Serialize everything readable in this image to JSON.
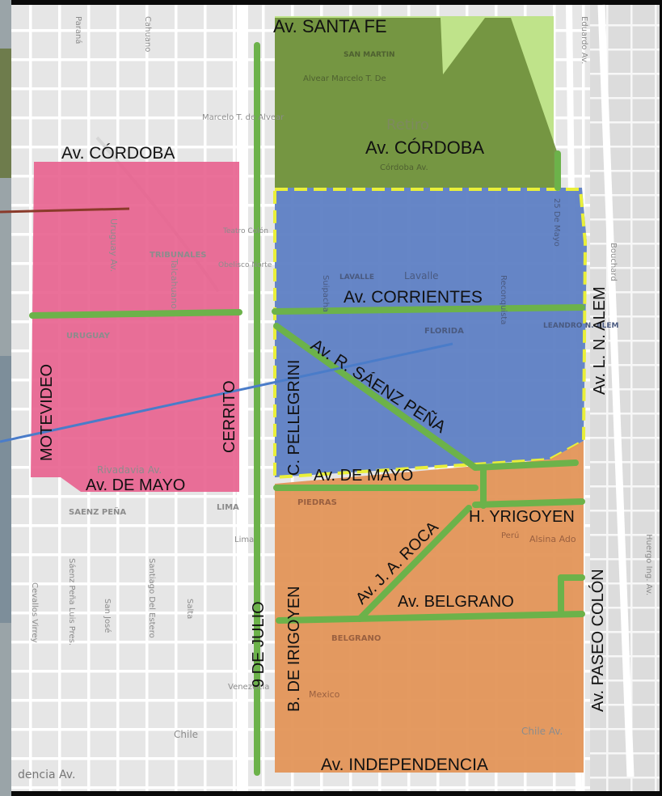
{
  "colors": {
    "frame": "#0a0a0a",
    "map_bg": "#e8e8e8",
    "street": "#ffffff",
    "avenue_green": "#6cb24a",
    "zone_pink": "#e8608e",
    "zone_olive": "#6f8f3c",
    "zone_lime": "#bfe38a",
    "zone_blue": "#5e7fc4",
    "zone_orange": "#e39558",
    "boundary_yellow": "#e9ef3a",
    "line_blue": "#4a7cc9",
    "line_brown": "#8a3a2a"
  },
  "zone_labels": {
    "santa_fe": "Av. SANTA FE",
    "cordoba_north": "Av. CÓRDOBA",
    "cordoba_west": "Av. CÓRDOBA",
    "corrientes": "Av. CORRIENTES",
    "saenz_pena": "Av. R. SÁENZ PEÑA",
    "mayo_east": "Av. DE MAYO",
    "mayo_west": "Av. DE MAYO",
    "yrigoyen": "H. YRIGOYEN",
    "roca": "Av. J. A. ROCA",
    "belgrano": "Av. BELGRANO",
    "independencia": "Av. INDEPENDENCIA",
    "motevideo": "MOTEVIDEO",
    "cerrito": "CERRITO",
    "pellegrini": "C. PELLEGRINI",
    "nueve_julio": "9 DE JULIO",
    "irigoyen": "B. DE IRIGOYEN",
    "alem": "Av. L. N. ALEM",
    "paseo_colon": "Av. PASEO COLÓN"
  },
  "basemap_labels": {
    "retiro": "Retiro",
    "tribunales": "TRIBUNALES",
    "lavalle": "Lavalle",
    "florida": "FLORIDA",
    "uruguay": "URUGUAY",
    "uruguay_av": "Uruguay Av.",
    "talcahuano": "Talcahuano",
    "rivadavia": "Rivadavia Av.",
    "chile": "Chile",
    "chile_av": "Chile Av.",
    "lima": "LIMA",
    "saenz_pena_st": "SAENZ PEÑA",
    "piedras": "PIEDRAS",
    "bouchard": "Bouchard",
    "mexico": "Mexico",
    "belgrano_st": "BELGRANO",
    "independencia_av": "dencia Av.",
    "parana": "Paraná",
    "cahuano": "Cahuano",
    "santiago": "Santiago Del Estero",
    "salta": "Salta",
    "san_jose": "San José",
    "cevallos": "Cevallos Virrey",
    "saenz_luis": "Sáenz Peña Luis Pres.",
    "alvear": "Alvear Marcelo T. De",
    "san_martin": "SAN MARTIN",
    "suipacha": "Suipacha",
    "veinticinco_mayo": "25 De Mayo",
    "reconquista": "Reconquista",
    "eduardo": "Eduardo Av.",
    "huergo": "Huergo Ing. Av.",
    "peru": "Perú",
    "alsina": "Alsina Ado",
    "leandro": "LEANDRO N. ALEM",
    "marcelo": "Marcelo T. de Alvear",
    "obelisco": "Obelisco Norte",
    "teatro": "Teatro Colón",
    "lavalle_st": "LAVALLE",
    "cordoba_small": "Córdoba Av.",
    "lima_small": "Lima",
    "venezuela": "Venezuela"
  }
}
